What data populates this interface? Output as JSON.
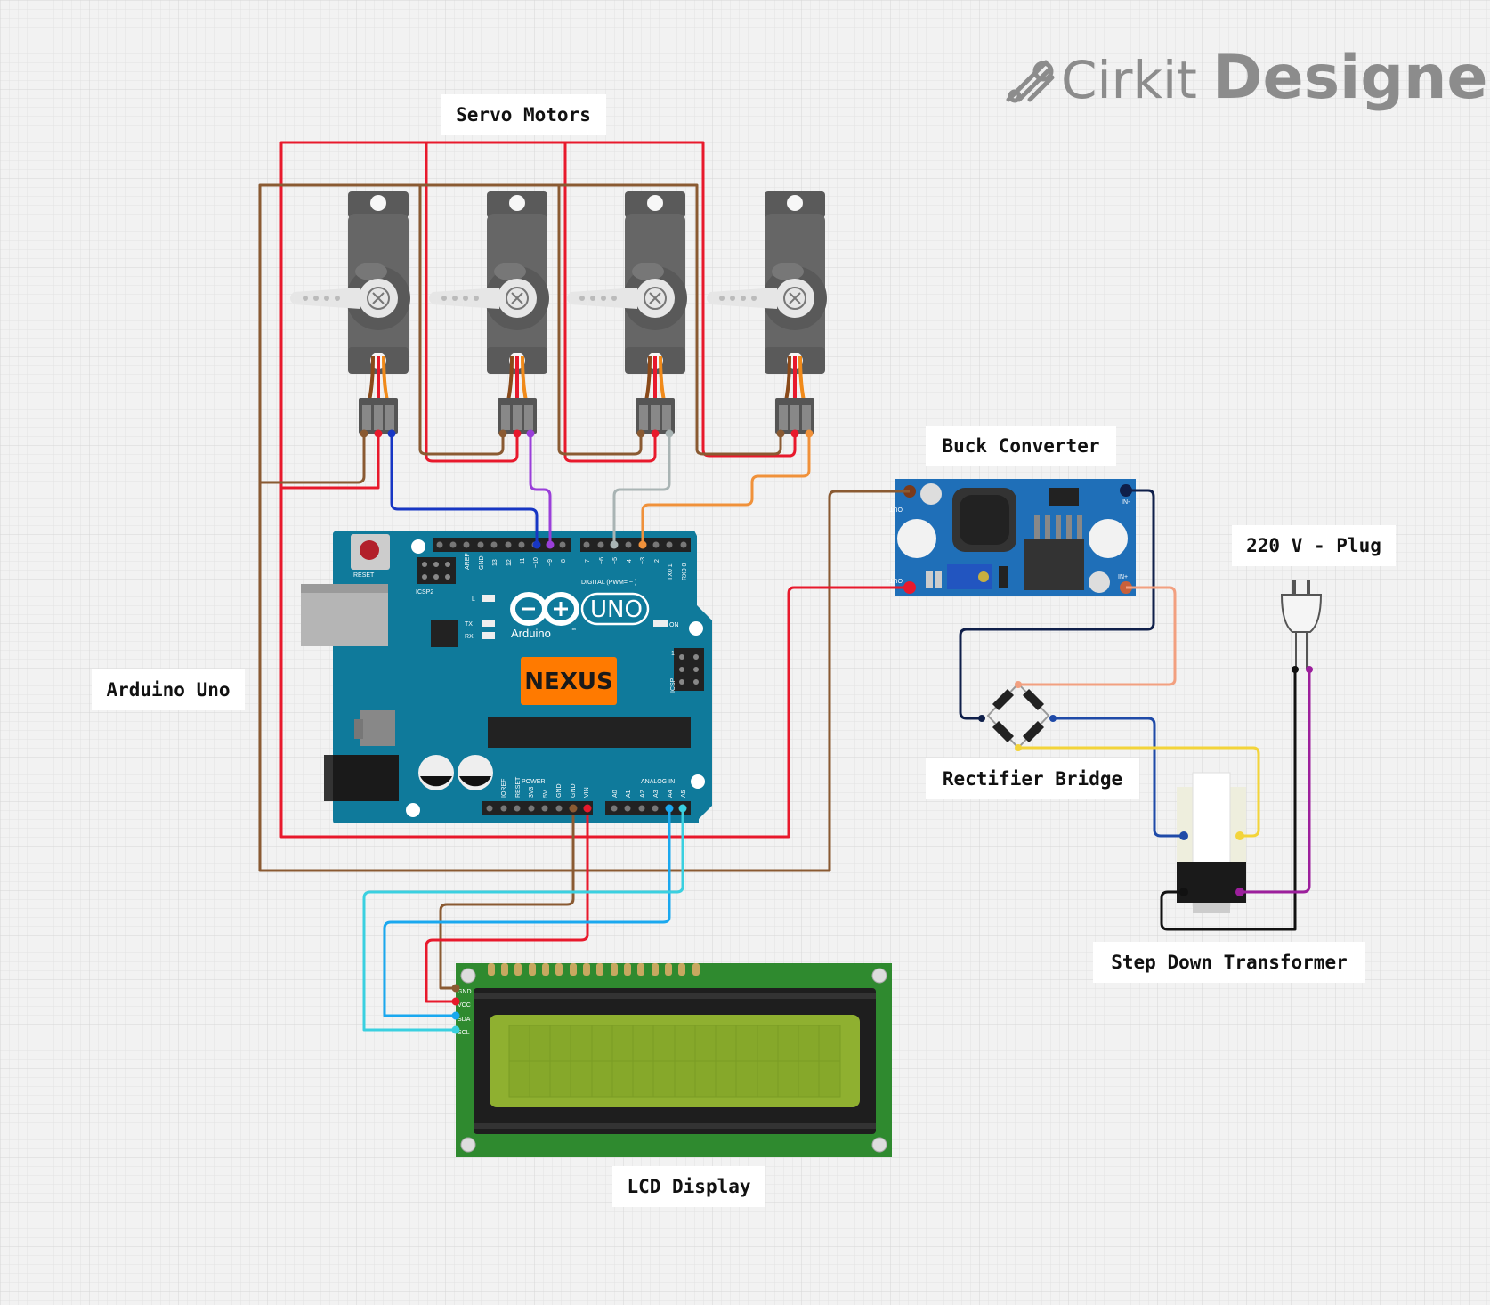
{
  "brand": {
    "logo_word1": "Cirkit",
    "logo_word2": "Designer",
    "logo_icon": "cirkit-logo-icon"
  },
  "labels": {
    "servo_motors": "Servo Motors",
    "arduino_uno": "Arduino Uno",
    "buck_converter": "Buck Converter",
    "plug": "220 V - Plug",
    "rectifier_bridge": "Rectifier Bridge",
    "step_down_transformer": "Step Down Transformer",
    "lcd_display": "LCD Display"
  },
  "arduino": {
    "reset": "RESET",
    "icsp2": "ICSP2",
    "icsp": "ICSP",
    "l": "L",
    "tx": "TX",
    "rx": "RX",
    "on": "ON",
    "brand": "Arduino",
    "model": "UNO",
    "tm": "™",
    "sticker": "NEXUS",
    "digital": "DIGITAL (PWM= ~ )",
    "power": "POWER",
    "analog_in": "ANALOG IN",
    "icsp_pin1": "1",
    "top_pins": [
      "AREF",
      "GND",
      "13",
      "12",
      "~11",
      "~10",
      "~9",
      "8",
      "7",
      "~6",
      "~5",
      "4",
      "~3",
      "2",
      "TX0 1",
      "RX0 0"
    ],
    "bottom_power_pins": [
      "IOREF",
      "RESET",
      "3V3",
      "5V",
      "GND",
      "GND",
      "VIN"
    ],
    "bottom_analog_pins": [
      "A0",
      "A1",
      "A2",
      "A3",
      "A4",
      "A5"
    ]
  },
  "buck": {
    "out_minus": "OUT-",
    "out_plus": "OUT+",
    "in_minus": "IN-",
    "in_plus": "IN+"
  },
  "lcd": {
    "pins": [
      "GND",
      "VCC",
      "SDA",
      "SCL"
    ]
  },
  "colors": {
    "grid_bg": "#f2f2f2",
    "arduino_board": "#0f7a9b",
    "buck_board": "#1f6fb8",
    "lcd_pcb": "#2f8a2f",
    "lcd_screen": "#8fb030",
    "wire_red": "#e8192c",
    "wire_brown": "#8a5a32",
    "wire_blue": "#1736c4",
    "wire_purple": "#9a3fd9",
    "wire_gray": "#a9b4b4",
    "wire_orange": "#f0913a",
    "wire_navy": "#0f1f4a",
    "wire_salmon": "#f2a080",
    "wire_yellow": "#f3d43a",
    "wire_cyan": "#3ad0e0",
    "wire_skyblue": "#1aa8ef",
    "wire_black": "#111111",
    "wire_magenta": "#9c1f9c",
    "nexus_orange": "#ff7a00"
  }
}
